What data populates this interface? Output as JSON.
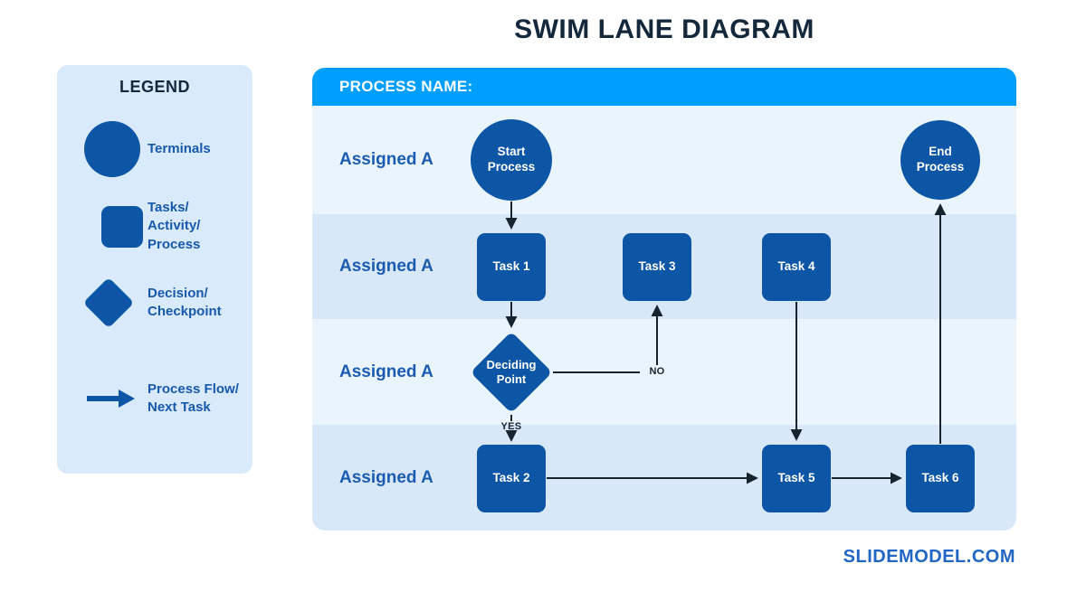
{
  "title": "SWIM LANE DIAGRAM",
  "watermark": "SLIDEMODEL.COM",
  "legend": {
    "title": "LEGEND",
    "items": [
      {
        "icon": "circle",
        "lines": [
          "Terminals"
        ]
      },
      {
        "icon": "rounded-square",
        "lines": [
          "Tasks/",
          "Activity/",
          "Process"
        ]
      },
      {
        "icon": "diamond",
        "lines": [
          "Decision/",
          "Checkpoint"
        ]
      },
      {
        "icon": "arrow",
        "lines": [
          "Process Flow/",
          "Next Task"
        ]
      }
    ]
  },
  "diagram": {
    "header": "PROCESS NAME:",
    "lanes": [
      {
        "label": "Assigned A"
      },
      {
        "label": "Assigned A"
      },
      {
        "label": "Assigned A"
      },
      {
        "label": "Assigned A"
      }
    ],
    "nodes": {
      "start": {
        "line1": "Start",
        "line2": "Process"
      },
      "end": {
        "line1": "End",
        "line2": "Process"
      },
      "decision": {
        "line1": "Deciding",
        "line2": "Point"
      },
      "task1": {
        "label": "Task 1"
      },
      "task2": {
        "label": "Task 2"
      },
      "task3": {
        "label": "Task 3"
      },
      "task4": {
        "label": "Task 4"
      },
      "task5": {
        "label": "Task 5"
      },
      "task6": {
        "label": "Task 6"
      }
    },
    "edge_labels": {
      "yes": "YES",
      "no": "NO"
    }
  },
  "colors": {
    "header_blue": "#009FFE",
    "shape_blue": "#0D55A5",
    "lane_light": "#E9F4FD",
    "lane_dark": "#D9E8F9",
    "legend_bg": "#D9EAFC",
    "lane_label_blue": "#1B5CB0",
    "title_navy": "#14283C",
    "connector_dark": "#16242F",
    "watermark_blue": "#2166C4"
  }
}
